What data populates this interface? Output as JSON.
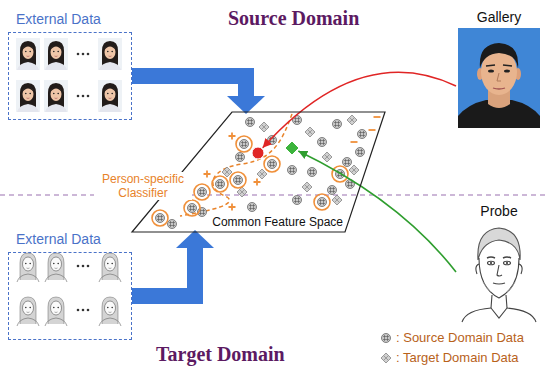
{
  "diagram": {
    "nodes": [
      {
        "text": [
          "External Data"
        ]
      },
      {
        "text": [
          "Gallery"
        ]
      },
      {
        "text": [
          "Common Feature Space"
        ]
      },
      {
        "text": [
          "External Data"
        ]
      },
      {
        "text": [
          "Probe"
        ]
      }
    ],
    "edges": [
      {
        "from": 0,
        "to": 2,
        "arrow": "to"
      },
      {
        "from": 1,
        "to": 2,
        "arrow": "to"
      },
      {
        "from": 3,
        "to": 2,
        "arrow": "to"
      },
      {
        "from": 4,
        "to": 2,
        "arrow": "to"
      }
    ],
    "labels": [
      "Source Domain",
      "Person-specific Classifier",
      "Target Domain"
    ],
    "legend": [
      {
        "text": ": Source Domain Data"
      },
      {
        "text": ": Target Domain Data"
      }
    ]
  }
}
